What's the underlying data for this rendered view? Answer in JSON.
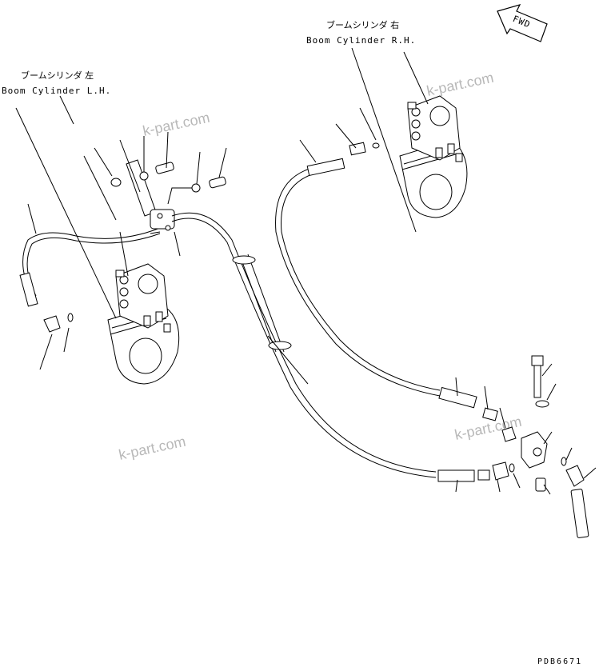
{
  "labels": {
    "boom_lh_jp": "ブームシリンダ 左",
    "boom_lh_en": "Boom Cylinder L.H.",
    "boom_rh_jp": "ブームシリンダ 右",
    "boom_rh_en": "Boom Cylinder R.H.",
    "fwd": "FWD",
    "drawing_code": "PDB6671"
  },
  "watermarks": [
    "k-part.com",
    "k-part.com",
    "k-part.com",
    "k-part.com"
  ],
  "icons": [
    "forward-arrow-icon"
  ]
}
